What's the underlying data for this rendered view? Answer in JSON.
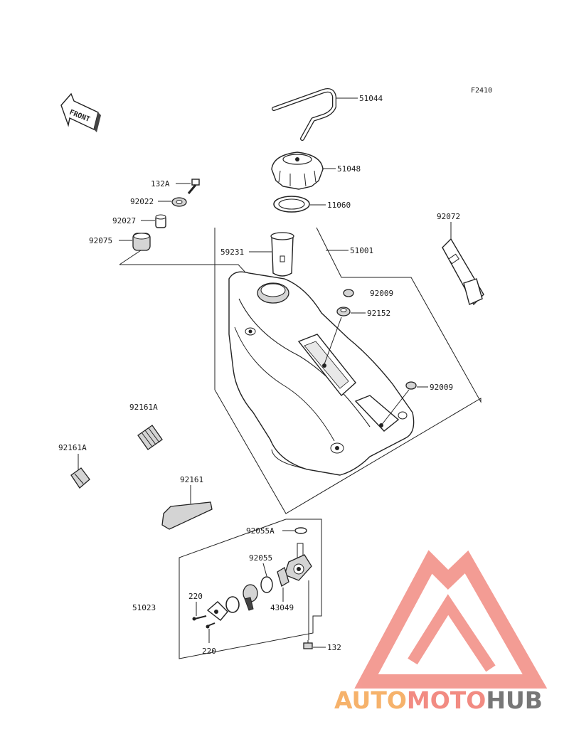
{
  "diagram": {
    "figure_code": "F2410",
    "front_arrow_label": "FRONT",
    "part_labels": {
      "p51044": "51044",
      "p51048": "51048",
      "p11060": "11060",
      "p132A": "132A",
      "p92022": "92022",
      "p92027": "92027",
      "p92075": "92075",
      "p59231": "59231",
      "p51001": "51001",
      "p92072": "92072",
      "p92009a": "92009",
      "p92152": "92152",
      "p92009b": "92009",
      "p92161A_top": "92161A",
      "p92161A_left": "92161A",
      "p92161": "92161",
      "p92055A": "92055A",
      "p92055": "92055",
      "p43049": "43049",
      "p51023": "51023",
      "p220a": "220",
      "p220b": "220",
      "p132": "132"
    }
  },
  "watermark": {
    "text_auto": "AUTO",
    "text_moto": "MOTO",
    "text_hub": "HUB",
    "colors": {
      "auto": "#f6b26b",
      "moto": "#f28b82",
      "hub": "#777777",
      "logo": "#f28b82"
    }
  }
}
